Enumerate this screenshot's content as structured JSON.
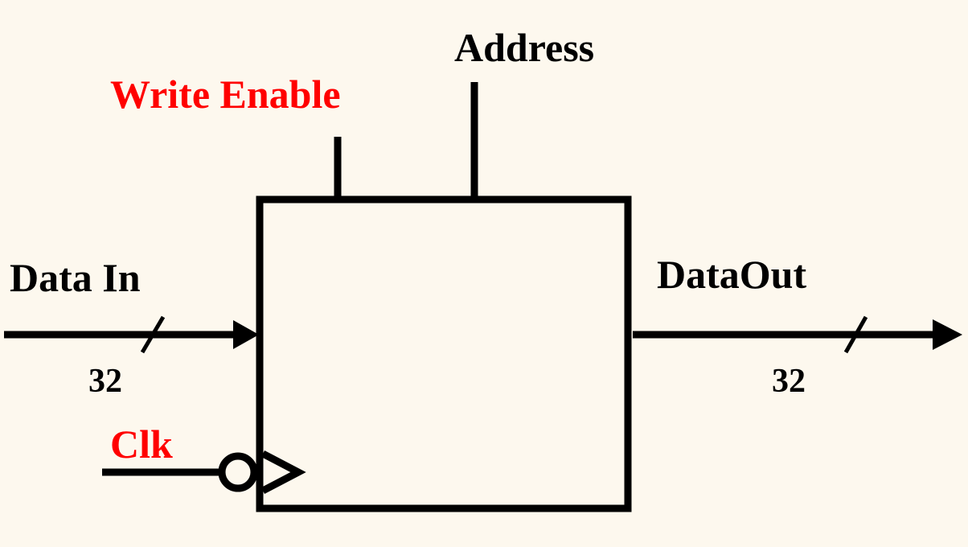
{
  "labels": {
    "address": "Address",
    "write_enable": "Write Enable",
    "data_in": "Data In",
    "data_out": "DataOut",
    "clk": "Clk",
    "data_in_width": "32",
    "data_out_width": "32"
  },
  "colors": {
    "background": "#fdf8ee",
    "control_signal": "#ff0000",
    "stroke": "#000000"
  }
}
